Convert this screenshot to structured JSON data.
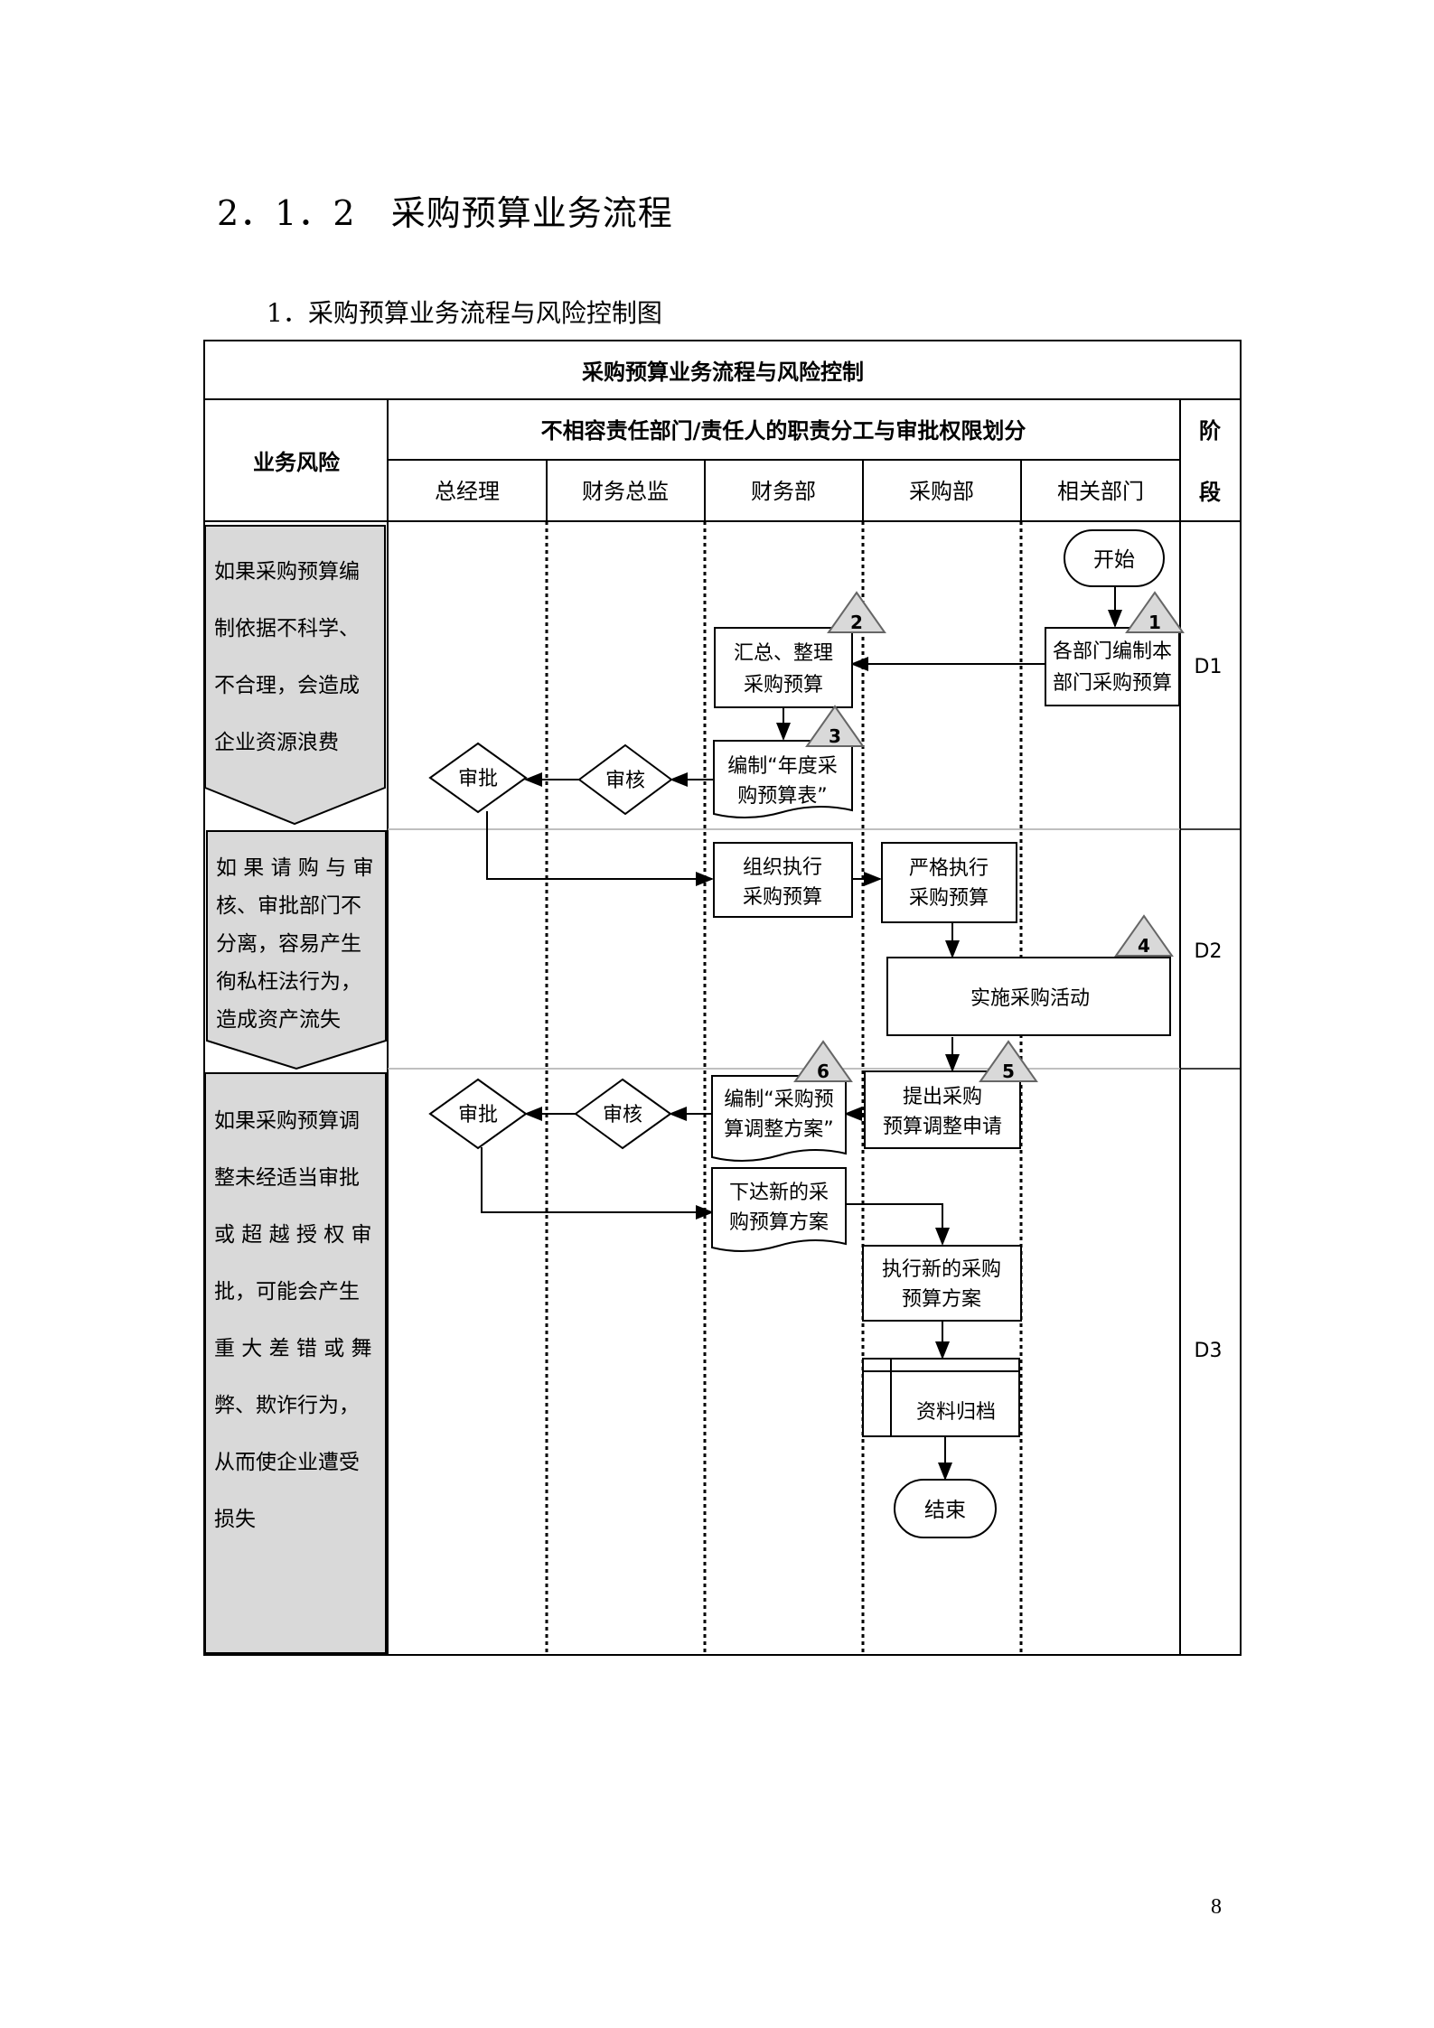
{
  "section": {
    "number": "2．1．2",
    "title": "采购预算业务流程"
  },
  "subtitle": "1．采购预算业务流程与风险控制图",
  "table": {
    "title": "采购预算业务流程与风险控制",
    "risk_header": "业务风险",
    "duty_header": "不相容责任部门/责任人的职责分工与审批权限划分",
    "stage_header": [
      "阶",
      "段"
    ],
    "lanes": [
      "总经理",
      "财务总监",
      "财务部",
      "采购部",
      "相关部门"
    ]
  },
  "risks": [
    [
      "如果采购预算编",
      "制依据不科学、",
      "不合理，会造成",
      "企业资源浪费"
    ],
    [
      "如 果 请 购 与 审",
      "核、审批部门不",
      "分离，容易产生",
      "徇私枉法行为，",
      "造成资产流失"
    ],
    [
      "如果采购预算调",
      "整未经适当审批",
      "或 超 越 授 权 审",
      "批，可能会产生",
      "重 大 差 错 或 舞",
      "弊、欺诈行为，",
      "从而使企业遭受",
      "损失"
    ]
  ],
  "stages": [
    "D1",
    "D2",
    "D3"
  ],
  "nodes": {
    "start": "开始",
    "dept_budget": [
      "各部门编制本",
      "部门采购预算"
    ],
    "summarize": [
      "汇总、整理",
      "采购预算"
    ],
    "annual_table": [
      "编制“年度采",
      "购预算表”"
    ],
    "review1": "审核",
    "approve1": "审批",
    "organize": [
      "组织执行",
      "采购预算"
    ],
    "strict": [
      "严格执行",
      "采购预算"
    ],
    "implement": "实施采购活动",
    "adjust_request": [
      "提出采购",
      "预算调整申请"
    ],
    "adjust_plan": [
      "编制“采购预",
      "算调整方案”"
    ],
    "review2": "审核",
    "approve2": "审批",
    "issue_plan": [
      "下达新的采",
      "购预算方案"
    ],
    "execute_plan": [
      "执行新的采购",
      "预算方案"
    ],
    "archive": "资料归档",
    "end": "结束"
  },
  "control_points": [
    "1",
    "2",
    "3",
    "4",
    "5",
    "6"
  ],
  "page_number": "8"
}
